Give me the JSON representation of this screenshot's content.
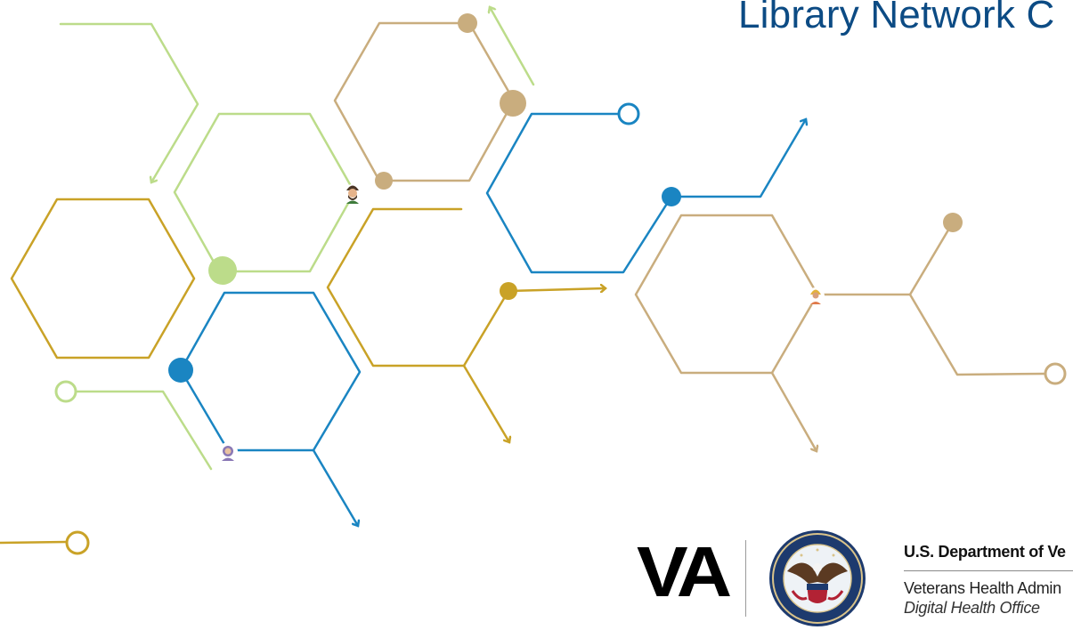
{
  "slide": {
    "title": "Library Network C"
  },
  "branding": {
    "va_wordmark": "VA",
    "seal_name": "va-seal",
    "department": "U.S. Department of Ve",
    "administration": "Veterans Health Admin",
    "office": "Digital Health Office"
  },
  "colors": {
    "title": "#0c4b84",
    "light_green": "#bcdc8a",
    "gold": "#c9a227",
    "tan": "#c9ad7e",
    "blue": "#1a85c2",
    "seal_navy": "#1d3a6e"
  },
  "icons": [
    "avatar-man-icon",
    "avatar-woman-icon",
    "avatar-hijab-icon"
  ]
}
